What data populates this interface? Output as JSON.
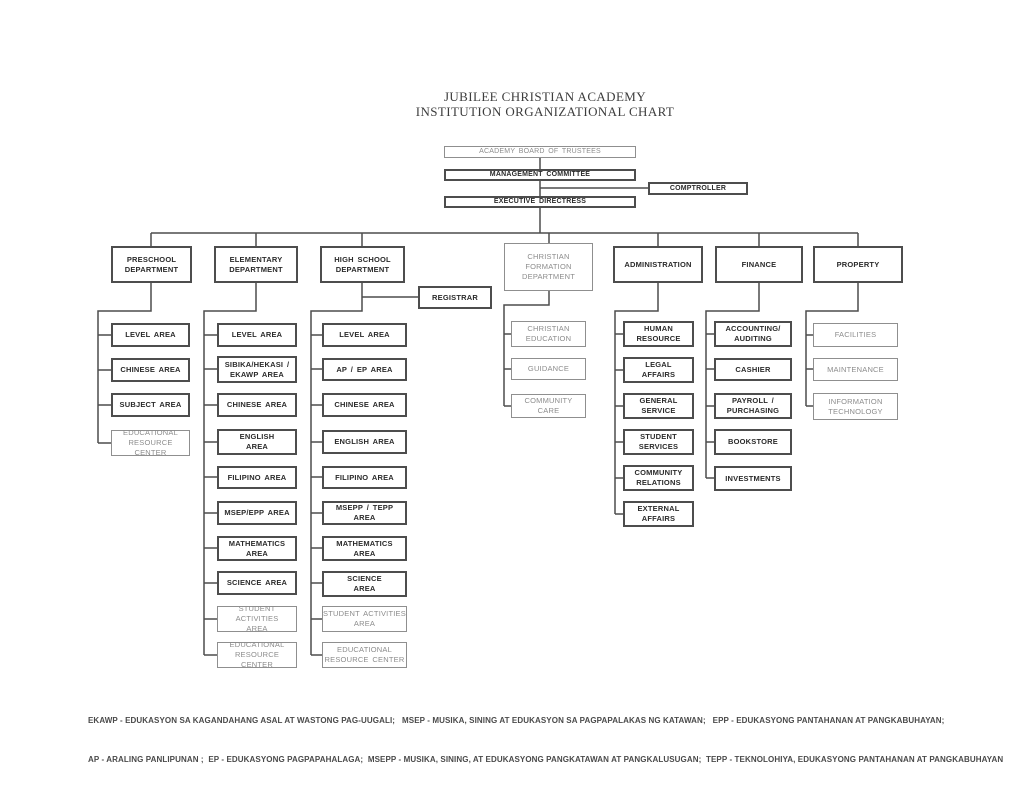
{
  "title": {
    "line1": "JUBILEE CHRISTIAN ACADEMY",
    "line2": "INSTITUTION ORGANIZATIONAL CHART"
  },
  "top_nodes": {
    "board": "ACADEMY BOARD OF TRUSTEES",
    "management": "MANAGEMENT COMMITTEE",
    "comptroller": "COMPTROLLER",
    "executive": "EXECUTIVE DIRECTRESS",
    "registrar": "REGISTRAR"
  },
  "columns": [
    {
      "department": "PRESCHOOL\nDEPARTMENT",
      "items": [
        "LEVEL AREA",
        "CHINESE AREA",
        "SUBJECT AREA",
        "EDUCATIONAL\nRESOURCE CENTER"
      ]
    },
    {
      "department": "ELEMENTARY\nDEPARTMENT",
      "items": [
        "LEVEL AREA",
        "SIBIKA/HEKASI /\nEKAWP AREA",
        "CHINESE AREA",
        "ENGLISH\nAREA",
        "FILIPINO AREA",
        "MSEP/EPP AREA",
        "MATHEMATICS\nAREA",
        "SCIENCE AREA",
        "STUDENT ACTIVITIES\nAREA",
        "EDUCATIONAL\nRESOURCE CENTER"
      ]
    },
    {
      "department": "HIGH SCHOOL\nDEPARTMENT",
      "items": [
        "LEVEL AREA",
        "AP / EP AREA",
        "CHINESE AREA",
        "ENGLISH AREA",
        "FILIPINO AREA",
        "MSEPP / TEPP AREA",
        "MATHEMATICS\nAREA",
        "SCIENCE\nAREA",
        "STUDENT ACTIVITIES\nAREA",
        "EDUCATIONAL\nRESOURCE CENTER"
      ]
    },
    {
      "department": "CHRISTIAN\nFORMATION\nDEPARTMENT",
      "items": [
        "CHRISTIAN\nEDUCATION",
        "GUIDANCE",
        "COMMUNITY\nCARE"
      ]
    },
    {
      "department": "ADMINISTRATION",
      "items": [
        "HUMAN\nRESOURCE",
        "LEGAL\nAFFAIRS",
        "GENERAL\nSERVICE",
        "STUDENT\nSERVICES",
        "COMMUNITY\nRELATIONS",
        "EXTERNAL\nAFFAIRS"
      ]
    },
    {
      "department": "FINANCE",
      "items": [
        "ACCOUNTING/\nAUDITING",
        "CASHIER",
        "PAYROLL /\nPURCHASING",
        "BOOKSTORE",
        "INVESTMENTS"
      ]
    },
    {
      "department": "PROPERTY",
      "items": [
        "FACILITIES",
        "MAINTENANCE",
        "INFORMATION\nTECHNOLOGY"
      ]
    }
  ],
  "legend": {
    "line1": "EKAWP - EDUKASYON SA KAGANDAHANG ASAL AT WASTONG PAG-UUGALI;   MSEP - MUSIKA, SINING AT EDUKASYON SA PAGPAPALAKAS NG KATAWAN;   EPP - EDUKASYONG PANTAHANAN AT PANGKABUHAYAN;",
    "line2": "AP - ARALING PANLIPUNAN ;  EP - EDUKASYONG PAGPAPAHALAGA;  MSEPP - MUSIKA, SINING, AT EDUKASYONG PANGKATAWAN AT PANGKALUSUGAN;  TEPP - TEKNOLOHIYA, EDUKASYONG PANTAHANAN AT PANGKABUHAYAN"
  },
  "colors": {
    "background": "#ffffff",
    "box_border_strong": "#4d4d4d",
    "box_border_muted": "#8f8f8f",
    "text_strong": "#2b2b2b",
    "text_muted": "#8c8c8c",
    "connector": "#4d4d4d"
  }
}
